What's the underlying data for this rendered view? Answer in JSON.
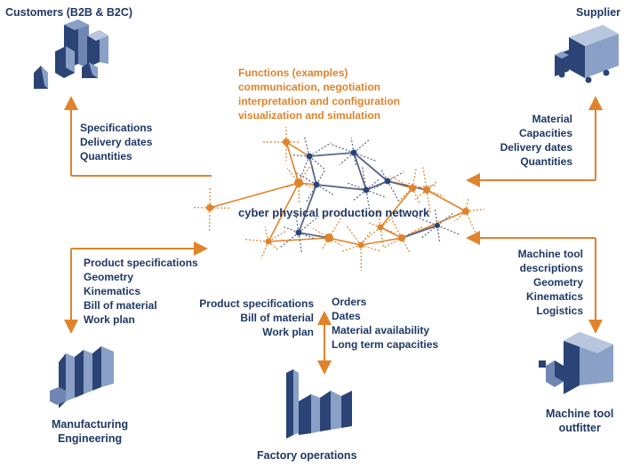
{
  "colors": {
    "text": "#1f3864",
    "accent": "#e0832a",
    "link_dark": "#5a6685",
    "icon_dark": "#2b4475",
    "icon_light": "#8aa0c6"
  },
  "center_label": "cyber physical production network",
  "functions": {
    "heading": "Functions (examples)",
    "items": [
      "communication, negotiation",
      "interpretation and configuration",
      "visualization and simulation"
    ]
  },
  "customers": {
    "title": "Customers (B2B & B2C)",
    "items": [
      "Specifications",
      "Delivery dates",
      "Quantities"
    ]
  },
  "supplier": {
    "title": "Supplier",
    "items": [
      "Material",
      "Capacities",
      "Delivery dates",
      "Quantities"
    ]
  },
  "manufacturing": {
    "title_lines": [
      "Manufacturing",
      "Engineering"
    ],
    "items": [
      "Product specifications",
      "Geometry",
      "Kinematics",
      "Bill of material",
      "Work plan"
    ]
  },
  "factory": {
    "title": "Factory operations",
    "left_items": [
      "Product specifications",
      "Bill of material",
      "Work plan"
    ],
    "right_items": [
      "Orders",
      "Dates",
      "Material availability",
      "Long term capacities"
    ]
  },
  "outfitter": {
    "title_lines": [
      "Machine tool",
      "outfitter"
    ],
    "items": [
      "Machine tool",
      "descriptions",
      "Geometry",
      "Kinematics",
      "Logistics"
    ]
  }
}
